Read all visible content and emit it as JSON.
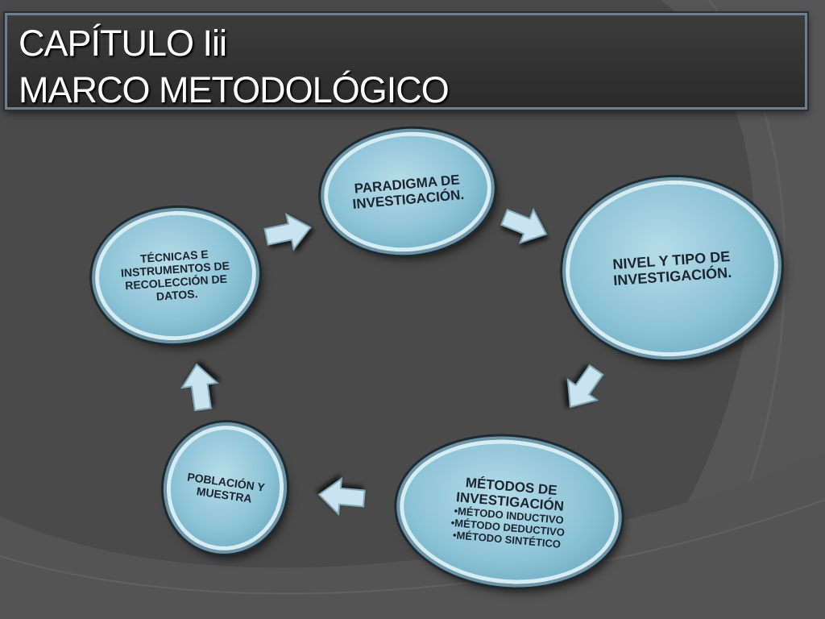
{
  "title": {
    "line1": "CAPÍTULO Iii",
    "line2": "MARCO METODOLÓGICO"
  },
  "nodes": {
    "paradigma": {
      "label": "PARADIGMA DE INVESTIGACIÓN."
    },
    "nivel": {
      "label": "NIVEL Y TIPO DE INVESTIGACIÓN."
    },
    "metodos": {
      "label": "MÉTODOS DE INVESTIGACIÓN",
      "items": [
        "•MÉTODO  INDUCTIVO",
        "•MÉTODO DEDUCTIVO",
        "•MÉTODO SINTÉTICO"
      ]
    },
    "poblacion": {
      "label": "POBLACIÓN Y MUESTRA"
    },
    "tecnicas": {
      "label": "TÉCNICAS E INSTRUMENTOS DE RECOLECCIÓN DE DATOS."
    }
  },
  "colors": {
    "background": "#4a4a4a",
    "node_fill": "#8cc3d6",
    "arrow_fill": "#c9e4ee"
  }
}
